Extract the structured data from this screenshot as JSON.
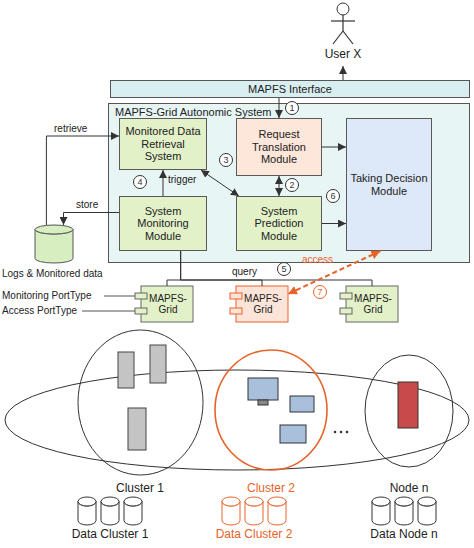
{
  "diagram": {
    "nodes": [
      {
        "text": [
          "User X"
        ]
      },
      {
        "text": [
          "MAPFS Interface"
        ]
      },
      {
        "text": [
          "MAPFS-Grid Autonomic System"
        ]
      },
      {
        "text": [
          "Monitored Data Retrieval System"
        ],
        "in": 2
      },
      {
        "text": [
          "Request Translation Module"
        ],
        "in": 2
      },
      {
        "text": [
          "Taking Decision Module"
        ],
        "in": 2
      },
      {
        "text": [
          "System Monitoring Module"
        ],
        "in": 2
      },
      {
        "text": [
          "System Prediction Module"
        ],
        "in": 2
      },
      {
        "text": [
          "Logs & Monitored data"
        ]
      },
      {
        "text": [
          "MAPFS- Grid"
        ]
      },
      {
        "text": [
          "MAPFS- Grid"
        ]
      },
      {
        "text": [
          "MAPFS- Grid"
        ]
      },
      {
        "text": [
          "Cluster 1"
        ]
      },
      {
        "text": [
          "Cluster 2"
        ]
      },
      {
        "text": [
          "Node n"
        ]
      },
      {
        "text": [
          "Data Cluster 1"
        ]
      },
      {
        "text": [
          "Data Cluster 2"
        ]
      },
      {
        "text": [
          "Data Node n"
        ]
      }
    ],
    "edges": [
      {
        "from": 1,
        "to": 0,
        "arrow": "to"
      },
      {
        "from": 1,
        "to": 4,
        "arrow": "to"
      },
      {
        "from": 4,
        "to": 7,
        "arrow": "both"
      },
      {
        "from": 3,
        "to": 7,
        "arrow": "both"
      },
      {
        "from": 6,
        "to": 3,
        "arrow": "to",
        "label": "trigger"
      },
      {
        "from": 8,
        "to": 3,
        "arrow": "to",
        "label": "retrieve"
      },
      {
        "from": 6,
        "to": 8,
        "arrow": "to",
        "label": "store"
      },
      {
        "from": 4,
        "to": 5,
        "arrow": "to"
      },
      {
        "from": 7,
        "to": 5,
        "arrow": "to"
      },
      {
        "from": 6,
        "to": 9,
        "arrow": "none"
      },
      {
        "from": 6,
        "to": 10,
        "arrow": "none"
      },
      {
        "from": 6,
        "to": 11,
        "arrow": "none"
      },
      {
        "from": 5,
        "to": 10,
        "arrow": "both"
      }
    ],
    "labels": [
      "query",
      "access",
      "Monitoring PortType",
      "Access PortType",
      "1",
      "3",
      "4",
      "2",
      "6",
      "5",
      "7"
    ]
  }
}
